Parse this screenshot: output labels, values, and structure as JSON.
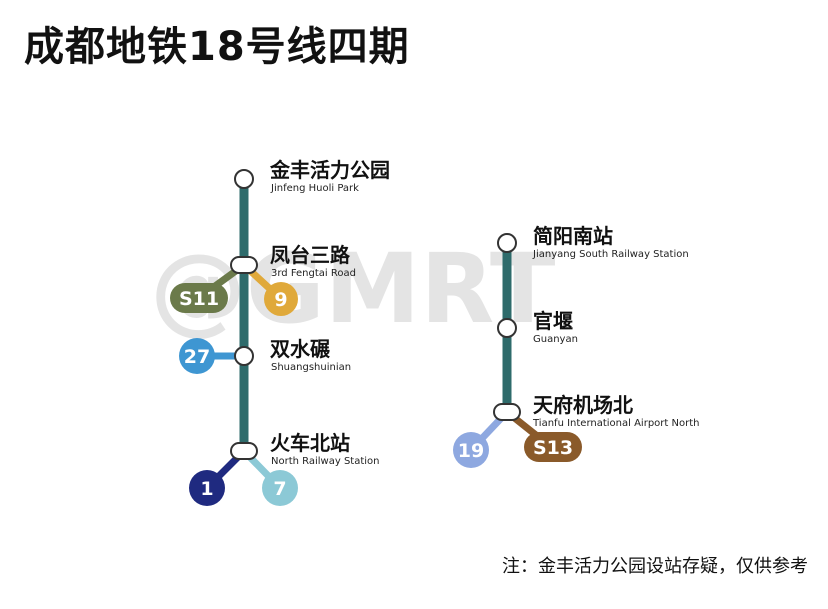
{
  "title": "成都地铁18号线四期",
  "watermark": "@GMRT",
  "note": "注：金丰活力公园设站存疑，仅供参考",
  "line_color": "#2e6b6b",
  "stations": {
    "jinfeng": {
      "cn": "金丰活力公园",
      "en": "Jinfeng Huoli Park"
    },
    "fengtai": {
      "cn": "凤台三路",
      "en": "3rd Fengtai Road"
    },
    "shuangshui": {
      "cn": "双水碾",
      "en": "Shuangshuinian"
    },
    "north_rail": {
      "cn": "火车北站",
      "en": "North Railway Station"
    },
    "jianyang": {
      "cn": "简阳南站",
      "en": "Jianyang South Railway Station"
    },
    "guanyan": {
      "cn": "官堰",
      "en": "Guanyan"
    },
    "tianfu_north": {
      "cn": "天府机场北",
      "en": "Tianfu International Airport North"
    }
  },
  "transfers": {
    "s11": {
      "label": "S11",
      "color": "#6b7a4a"
    },
    "l9": {
      "label": "9",
      "color": "#e0a93a"
    },
    "l27": {
      "label": "27",
      "color": "#3e96d2"
    },
    "l1": {
      "label": "1",
      "color": "#1f2a80"
    },
    "l7": {
      "label": "7",
      "color": "#8cc9d6"
    },
    "l19": {
      "label": "19",
      "color": "#8ea8e0"
    },
    "s13": {
      "label": "S13",
      "color": "#8a5a2a"
    }
  }
}
